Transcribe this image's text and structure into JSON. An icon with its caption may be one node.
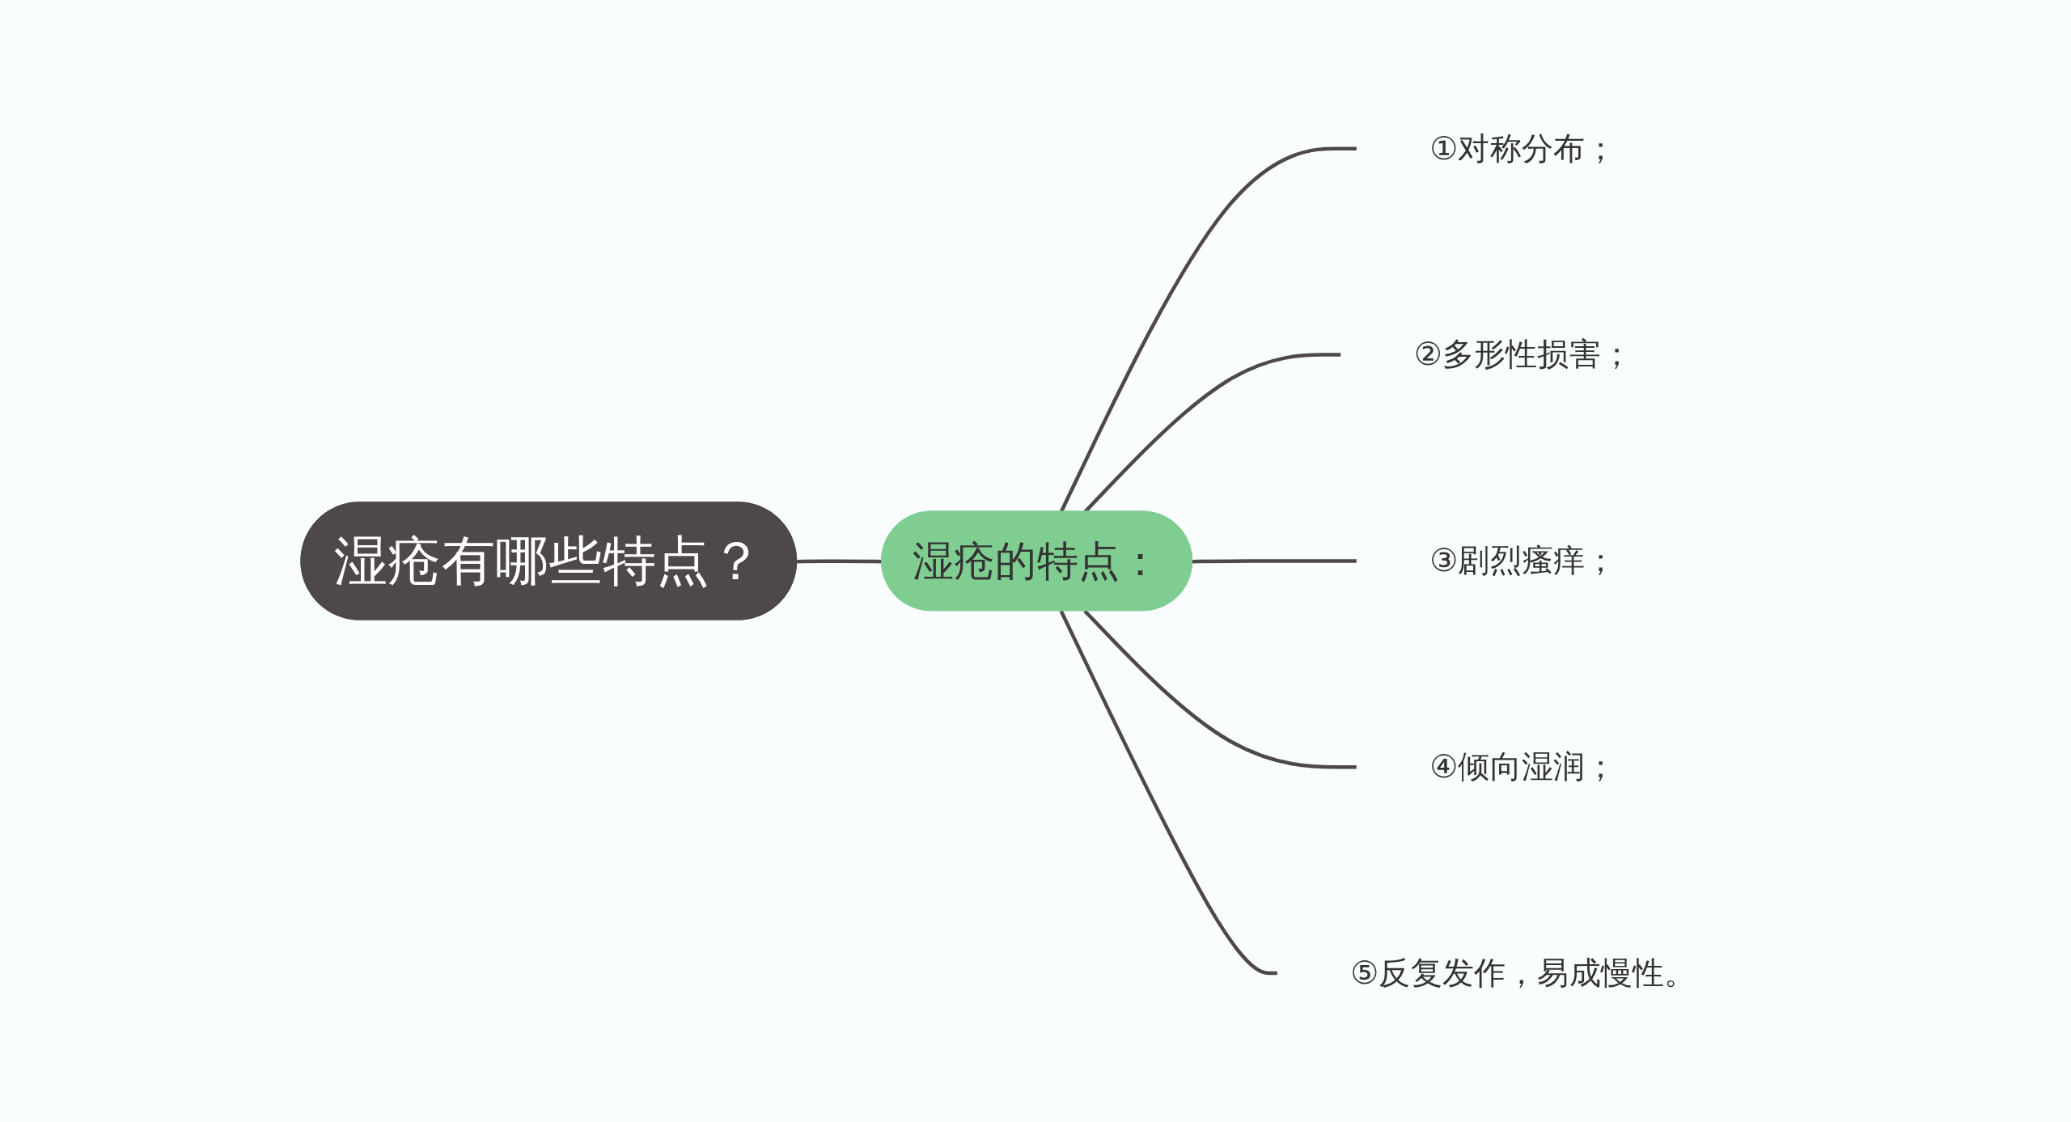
{
  "diagram": {
    "nodes": [
      {
        "text": [
          "湿疮有哪些特点？"
        ]
      },
      {
        "text": [
          "湿疮的特点："
        ]
      },
      {
        "text": [
          "①对称分布；"
        ]
      },
      {
        "text": [
          "②多形性损害；"
        ]
      },
      {
        "text": [
          "③剧烈瘙痒；"
        ]
      },
      {
        "text": [
          "④倾向湿润；"
        ]
      },
      {
        "text": [
          "⑤反复发作，易成慢性。"
        ]
      }
    ],
    "edges": [
      {
        "from": 0,
        "to": 1,
        "arrow": "none"
      },
      {
        "from": 1,
        "to": 2,
        "arrow": "none"
      },
      {
        "from": 1,
        "to": 3,
        "arrow": "none"
      },
      {
        "from": 1,
        "to": 4,
        "arrow": "none"
      },
      {
        "from": 1,
        "to": 5,
        "arrow": "none"
      },
      {
        "from": 1,
        "to": 6,
        "arrow": "none"
      }
    ]
  }
}
